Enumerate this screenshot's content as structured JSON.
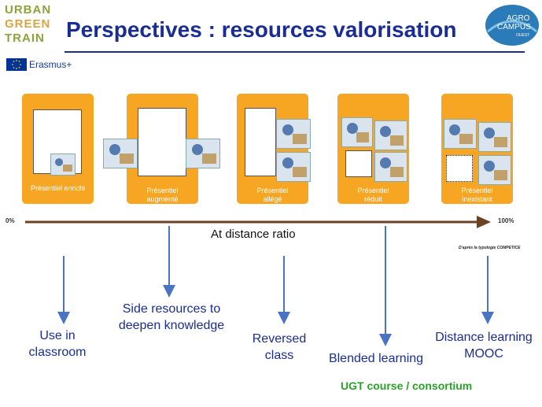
{
  "header": {
    "logo_line1": "URBAN",
    "logo_line2": "GREEN",
    "logo_line3": "TRAIN",
    "erasmus": "Erasmus+",
    "title": "Perspectives : resources valorisation",
    "agro_line1": "AGRO",
    "agro_line2": "CAMPUS",
    "agro_line3": "OUEST"
  },
  "panels": [
    {
      "caption": "Présentiel enrichi"
    },
    {
      "caption_1": "Présentiel",
      "caption_2": "augmenté"
    },
    {
      "caption_1": "Présentiel",
      "caption_2": "allégé"
    },
    {
      "caption_1": "Présentiel",
      "caption_2": "réduit"
    },
    {
      "caption_1": "Présentiel",
      "caption_2": "inexistant"
    }
  ],
  "scale": {
    "left_label": "0%",
    "right_label": "100%",
    "axis_label": "At distance ratio",
    "credit": "D'après la typologie COMPETICE"
  },
  "modes": {
    "classroom_1": "Use in",
    "classroom_2": "classroom",
    "side_1": "Side resources to",
    "side_2": "deepen knowledge",
    "reversed_1": "Reversed",
    "reversed_2": "class",
    "blended": "Blended learning",
    "distance_1": "Distance learning",
    "distance_2": "MOOC"
  },
  "footer": {
    "ugt": "UGT  course / consortium"
  },
  "colors": {
    "title_blue": "#1a2d93",
    "panel_orange": "#f6a623",
    "axis_brown": "#6b4226",
    "arrow_blue": "#4a73c4",
    "green": "#2aa12a"
  }
}
